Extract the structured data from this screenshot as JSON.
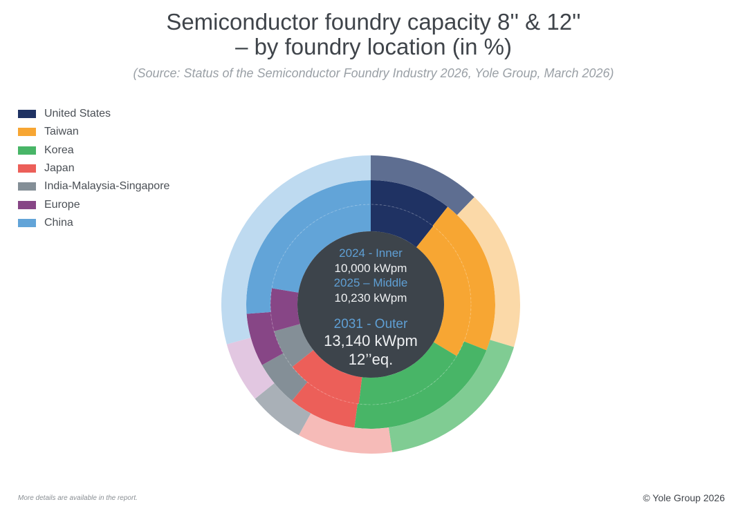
{
  "chart_data": {
    "type": "pie",
    "subtype": "nested-donut",
    "title_line1": "Semiconductor foundry capacity 8'' & 12''",
    "title_line2": "– by foundry location (in %)",
    "subtitle": "(Source: Status of the Semiconductor Foundry Industry 2026, Yole Group, March 2026)",
    "categories": [
      "United States",
      "Taiwan",
      "Korea",
      "Japan",
      "India-Malaysia-Singapore",
      "Europe",
      "China"
    ],
    "colors": [
      "#1f3263",
      "#f7a633",
      "#48b567",
      "#ec5f59",
      "#848f97",
      "#874686",
      "#62a4d8"
    ],
    "outer_colors": [
      "#5e6e91",
      "#fbd9a8",
      "#80cc93",
      "#f6bbb8",
      "#a9b0b7",
      "#e2c7e1",
      "#bedaf0"
    ],
    "series": [
      {
        "name": "2024 - Inner",
        "values": [
          10.7,
          22.9,
          18.3,
          12.4,
          6.4,
          6.9,
          22.4
        ]
      },
      {
        "name": "2025 – Middle",
        "values": [
          10.6,
          20.4,
          21.1,
          8.8,
          6.0,
          6.9,
          26.2
        ]
      },
      {
        "name": "2031 - Outer",
        "values": [
          12.2,
          17.4,
          18.1,
          10.3,
          6.1,
          6.6,
          29.3
        ]
      }
    ],
    "center": {
      "inner_label": "2024 - Inner",
      "inner_value": "10,000 kWpm",
      "middle_label": "2025 – Middle",
      "middle_value": "10,230 kWpm",
      "outer_label": "2031 - Outer",
      "outer_value": "13,140 kWpm",
      "outer_unit": "12’’eq."
    },
    "legend_position": "top-left"
  },
  "footer": {
    "note": "More details are available in the report.",
    "copyright": "© Yole Group 2026"
  }
}
